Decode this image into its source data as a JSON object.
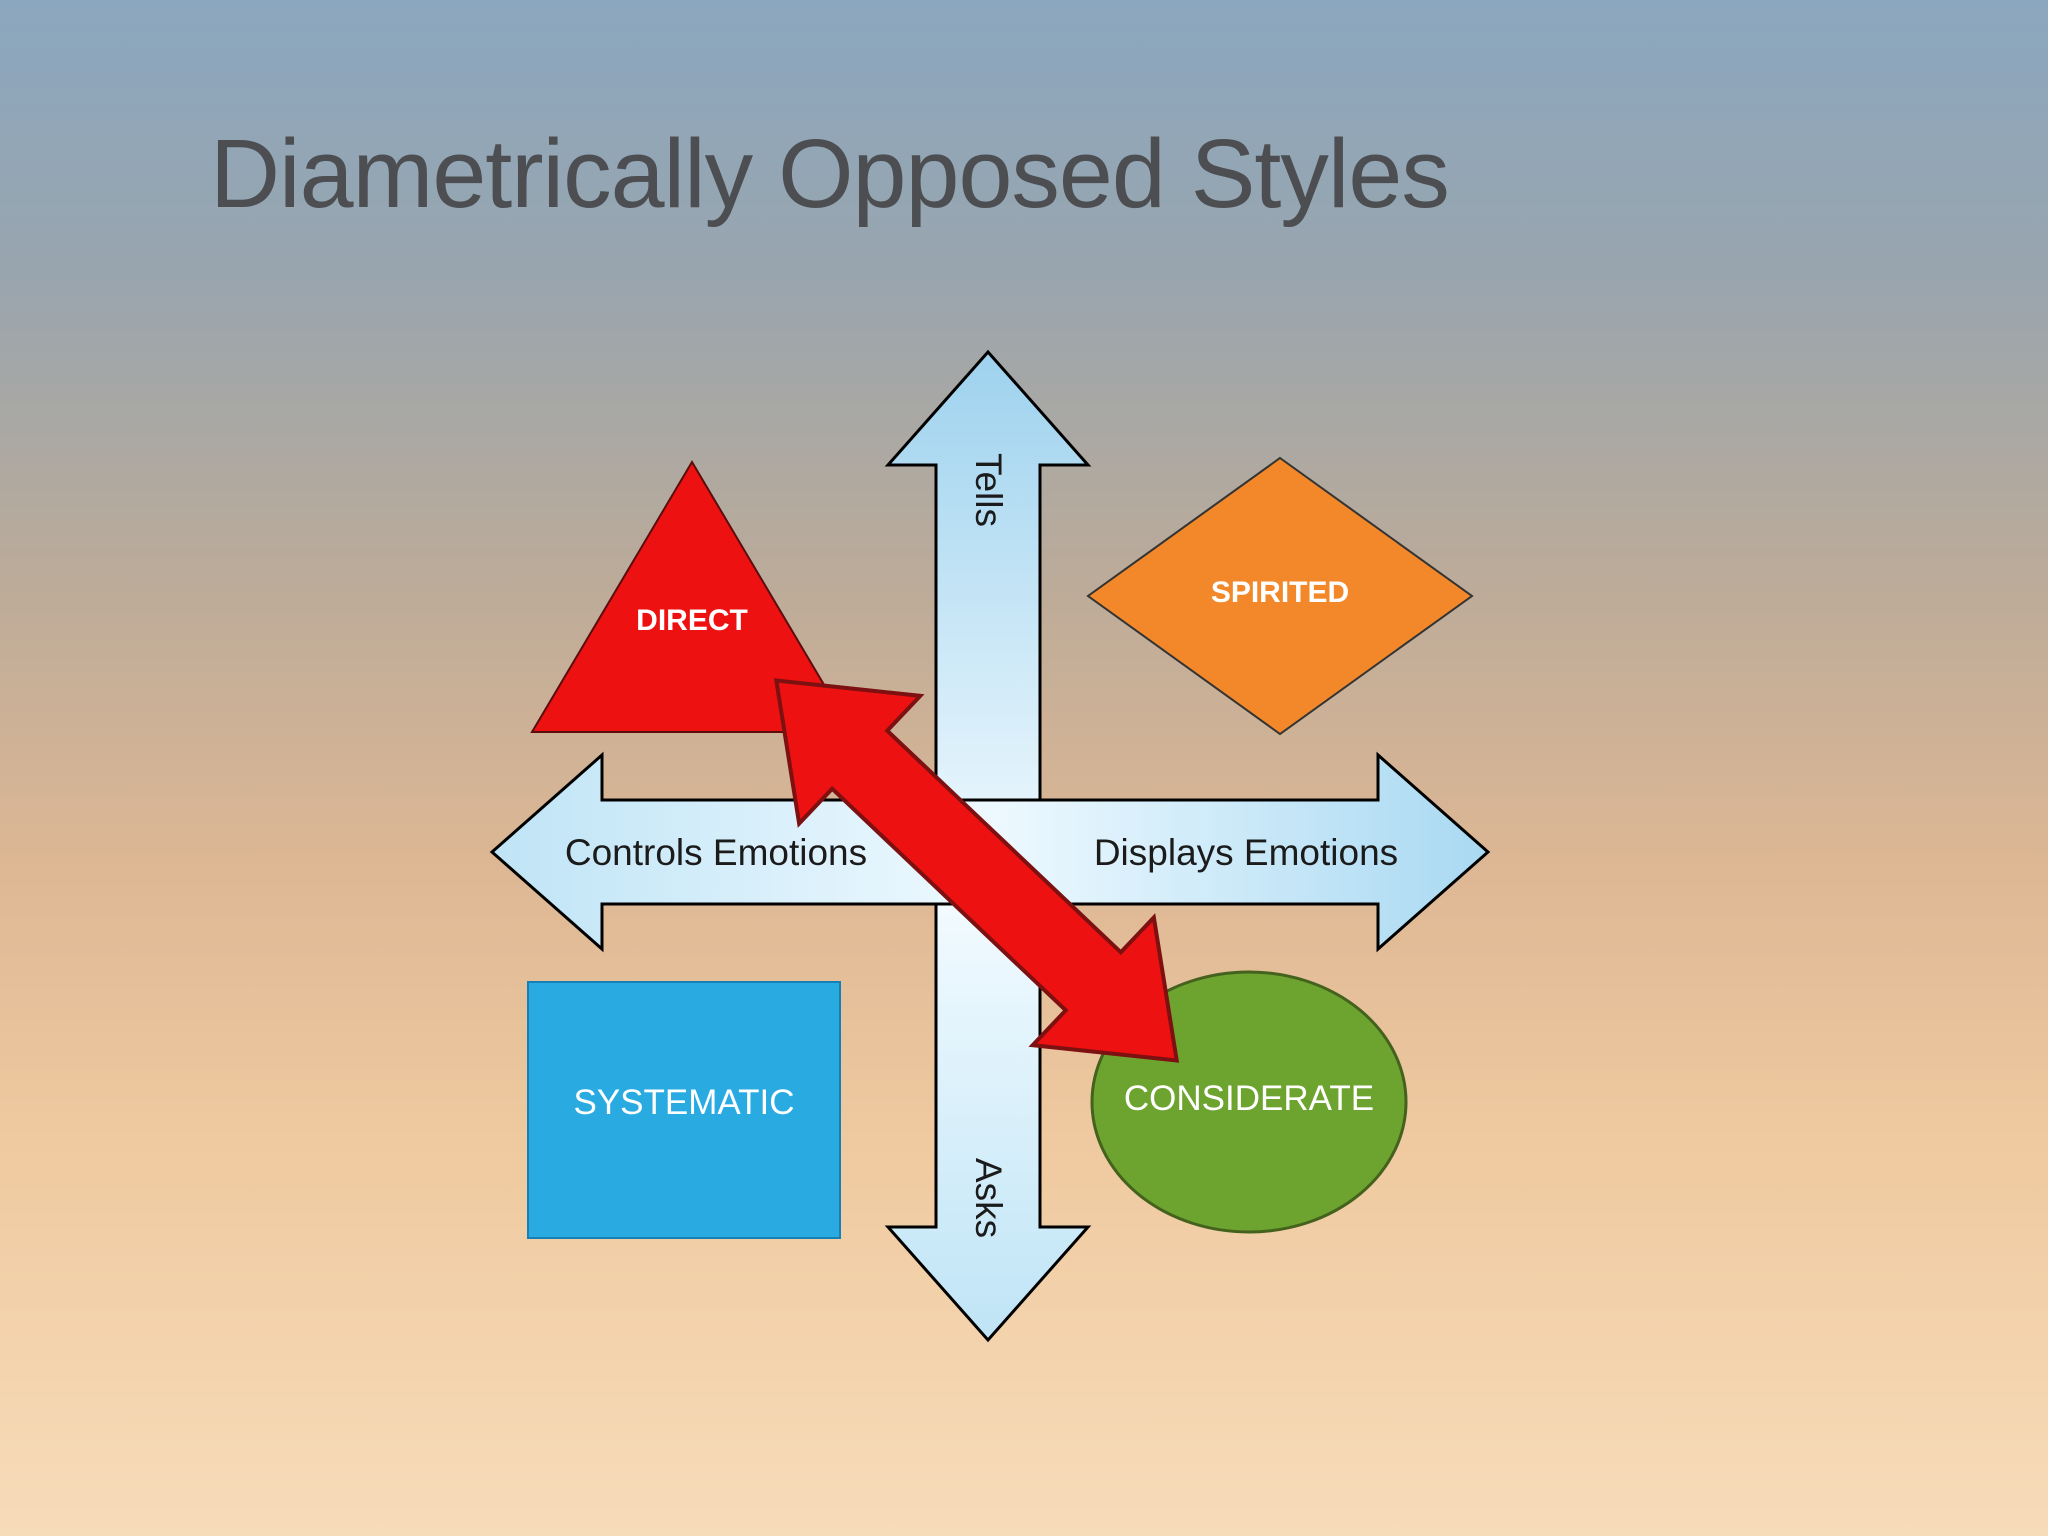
{
  "slide": {
    "title": "Diametrically Opposed Styles"
  },
  "diagram": {
    "axes": {
      "top": "Tells",
      "bottom": "Asks",
      "left": "Controls Emotions",
      "right": "Displays Emotions"
    },
    "quadrants": {
      "direct": {
        "label": "DIRECT",
        "shape": "triangle",
        "color": "#ee1111"
      },
      "spirited": {
        "label": "SPIRITED",
        "shape": "diamond",
        "color": "#f2882a"
      },
      "systematic": {
        "label": "SYSTEMATIC",
        "shape": "square",
        "color": "#29abe2"
      },
      "considerate": {
        "label": "CONSIDERATE",
        "shape": "ellipse",
        "color": "#6da32f"
      }
    },
    "opposition_arrow": {
      "color": "#ee1111",
      "connects": [
        "DIRECT",
        "CONSIDERATE"
      ]
    },
    "axis_arrow_fill_light": "#9ed2ee",
    "axis_arrow_fill_pale": "#f3fbff",
    "label_text_color": "#ffffff",
    "axis_text_color": "#1b1b1b"
  },
  "background": {
    "top": "#8ba7bf",
    "bottom": "#f7dcba"
  },
  "title_color": "#4c4e52"
}
